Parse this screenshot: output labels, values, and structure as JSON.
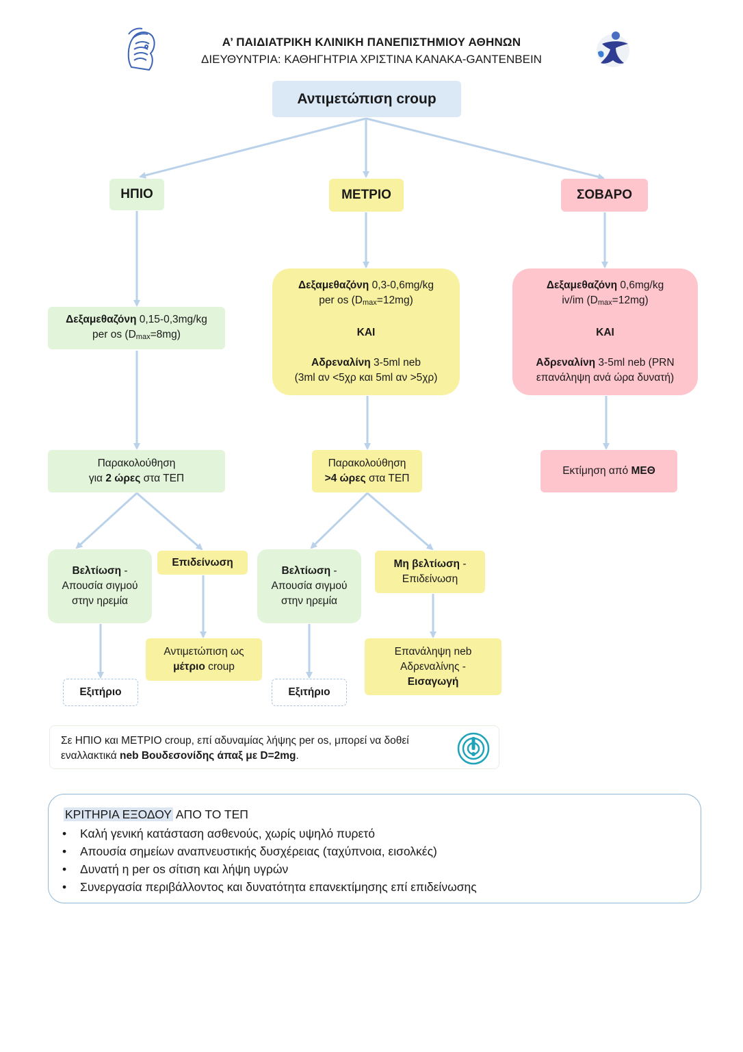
{
  "header": {
    "title": "Α’ ΠΑΙΔΙΑΤΡΙΚΗ ΚΛΙΝΙΚΗ ΠΑΝΕΠΙΣΤΗΜΙΟΥ ΑΘΗΝΩΝ",
    "subtitle": "ΔΙΕΥΘΥΝΤΡΙΑ: ΚΑΘΗΓΗΤΡΙΑ ΧΡΙΣΤΙΝΑ ΚΑΝΑΚΑ-GANTENBEIN"
  },
  "root": "Αντιμετώπιση croup",
  "severity": {
    "mild": "ΗΠΙΟ",
    "moderate": "ΜΕΤΡΙΟ",
    "severe": "ΣΟΒΑΡΟ"
  },
  "mild": {
    "dex_name": "Δεξαμεθαζόνη",
    "dex_dose": " 0,15-0,3mg/kg",
    "route": "per os (D",
    "dmax_sub": "max",
    "dmax_val": "=8mg)",
    "obs_1": "Παρακολούθηση",
    "obs_2a": "για ",
    "obs_2b": "2 ώρες",
    "obs_2c": " στα ΤΕΠ",
    "improve_bold": "Βελτίωση",
    "improve_dash": " -",
    "improve_rest": "Απουσία σιγμού στην ηρεμία",
    "worsen": "Επιδείνωση",
    "treat_1": "Αντιμετώπιση ως",
    "treat_bold": "μέτριο",
    "treat_2": " croup",
    "exit": "Εξιτήριο"
  },
  "moderate": {
    "dex_name": "Δεξαμεθαζόνη",
    "dex_dose": " 0,3-0,6mg/kg",
    "route": "per os (D",
    "dmax_sub": "max",
    "dmax_val": "=12mg)",
    "and": "ΚΑΙ",
    "adr_name": "Αδρεναλίνη",
    "adr_dose": " 3-5ml neb",
    "adr_note": "(3ml αν <5χρ και 5ml αν >5χρ)",
    "obs_1": "Παρακολούθηση",
    "obs_2b": ">4 ώρες",
    "obs_2c": " στα ΤΕΠ",
    "improve_bold": "Βελτίωση",
    "improve_dash": " -",
    "improve_rest": "Απουσία σιγμού στην ηρεμία",
    "noimprove_bold": "Μη βελτίωση",
    "noimprove_dash": " -",
    "noimprove_rest": "Επιδείνωση",
    "repeat_1": "Επανάληψη neb",
    "repeat_2": "Αδρεναλίνης -",
    "repeat_bold": "Εισαγωγή",
    "exit": "Εξιτήριο"
  },
  "severe": {
    "dex_name": "Δεξαμεθαζόνη",
    "dex_dose": " 0,6mg/kg",
    "route": "iv/im (D",
    "dmax_sub": "max",
    "dmax_val": "=12mg)",
    "and": "ΚΑΙ",
    "adr_name": "Αδρεναλίνη",
    "adr_dose": " 3-5ml neb (PRN",
    "adr_note": "επανάληψη ανά ώρα δυνατή)",
    "icu_1": "Εκτίμηση από ",
    "icu_bold": "ΜΕΘ"
  },
  "note": {
    "line1": "Σε ΗΠΙΟ και ΜΕΤΡΙΟ croup, επί αδυναμίας λήψης per os, μπορεί να δοθεί",
    "line2a": "εναλλακτικά ",
    "line2b": "neb Βουδεσονίδης άπαξ με D=2mg",
    "line2c": "."
  },
  "criteria": {
    "title_a": "ΚΡΙΤΗΡΙΑ ΕΞΟΔΟΥ",
    "title_b": " ΑΠΟ ΤΟ ΤΕΠ",
    "items": [
      "Καλή γενική κατάσταση ασθενούς, χωρίς υψηλό πυρετό",
      "Απουσία σημείων αναπνευστικής δυσχέρειας (ταχύπνοια, εισολκές)",
      "Δυνατή η per os σίτιση και λήψη υγρών",
      "Συνεργασία περιβάλλοντος και δυνατότητα επανεκτίμησης επί επιδείνωσης"
    ]
  },
  "colors": {
    "mild": "#e2f4da",
    "moderate": "#f8f1a0",
    "severe": "#ffc5cd",
    "root": "#dbe8f5",
    "arrow": "#b9d2ea"
  }
}
